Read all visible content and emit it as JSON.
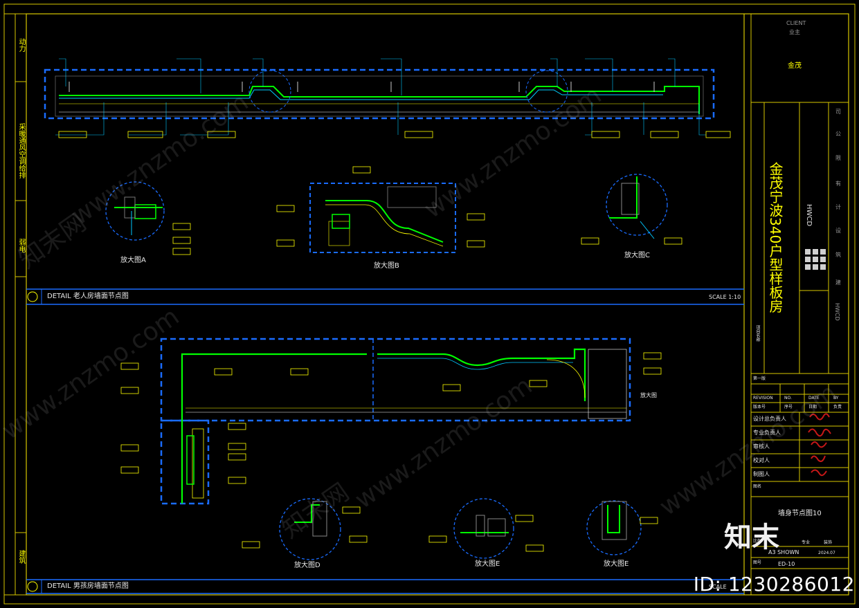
{
  "title_block": {
    "client_en": "CLIENT",
    "client_cn": "业主",
    "client_name": "金茂",
    "project_name": "金茂宁波340户型样板房",
    "company_logo": "HWCD",
    "company_vertical_1": "司",
    "company_vertical_2": "公",
    "company_vertical_3": "限",
    "company_vertical_4": "有",
    "company_vertical_5": "计",
    "company_vertical_6": "设",
    "company_vertical_7": "筑",
    "company_vertical_8": "建",
    "company_vertical_9": "HWCD",
    "project_label": "项目名称",
    "rev_first": "第一版",
    "rev_headers": [
      "REVISION",
      "NO.",
      "DATE",
      "BY"
    ],
    "rev_headers_cn": [
      "版本号",
      "序号",
      "日期",
      "负责"
    ],
    "sign_rows": [
      "设计总负责人",
      "专业负责人",
      "审核人",
      "校对人",
      "制图人"
    ],
    "drawing_name_label": "图名",
    "drawing_name": "墙身节点图10",
    "scale_label": "比例",
    "scale_value": "A3 SHOWN",
    "major_label": "专业",
    "major_value": "装饰",
    "date_value": "2024.07",
    "sheet_no_label": "图号",
    "sheet_no": "ED-10"
  },
  "left_strip": {
    "top_label": "动力",
    "mid_label": "采暖通风空调给排",
    "lower_label": "弱电",
    "bottom_label": "建筑"
  },
  "details": {
    "top_title": "DETAIL  老人房墙面节点图",
    "top_scale": "SCALE  1:10",
    "bottom_title": "DETAIL  男孩房墙面节点图",
    "bottom_scale": "SCALE",
    "enlarge_a": "放大图A",
    "enlarge_b": "放大图B",
    "enlarge_c": "放大图C",
    "enlarge_d": "放大图D",
    "enlarge_e": "放大图E",
    "enlarge_e2": "放大图E",
    "enlarge_bottom_right": "放大图"
  },
  "watermark": {
    "site": "www.znzmo.com",
    "brand": "知末网",
    "logo": "知末",
    "id": "ID: 1230286012"
  },
  "colors": {
    "frame": "#d8c800",
    "dash": "#1a6cff",
    "green": "#00ff00",
    "cyan": "#00c8ff",
    "yellow": "#ffff00",
    "white": "#e8e8e8",
    "red": "#c81818"
  }
}
